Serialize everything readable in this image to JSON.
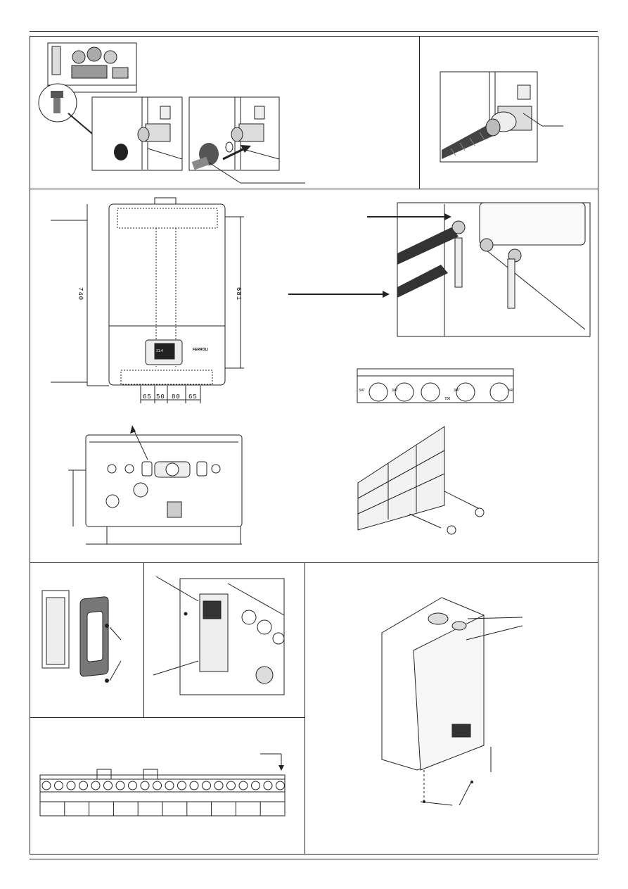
{
  "dimensions": {
    "height_left": "740",
    "height_right": "681",
    "bottom_spacing": [
      "65",
      "50",
      "80",
      "65"
    ]
  },
  "templates": {
    "valve_labels": [
      "3/4\"",
      "3/4\"",
      "3/4\"",
      "3/4\""
    ],
    "centre_label": "700"
  },
  "boiler": {
    "brand_logo": "FERROLI",
    "display_text": "21:4"
  },
  "colors": {
    "line": "#222222",
    "hose": "#333333",
    "plate": "#777777",
    "wall": "#f2f2f2"
  },
  "icons": [
    "arrow-icon",
    "screw-icon",
    "terminal-icon"
  ]
}
